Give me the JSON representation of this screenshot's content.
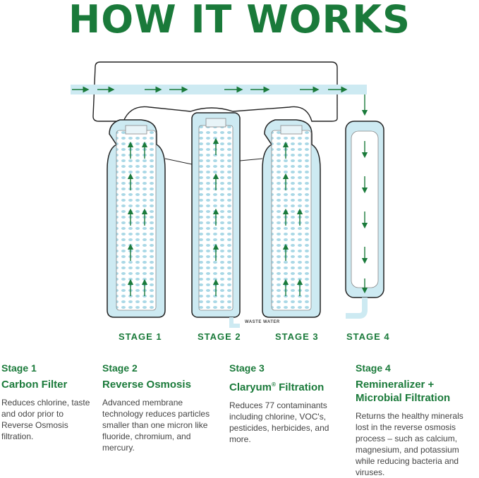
{
  "title": "HOW IT WORKS",
  "diagram": {
    "waste_label": "WASTE WATER",
    "stage_labels": [
      "STAGE 1",
      "STAGE 2",
      "STAGE 3",
      "STAGE 4"
    ]
  },
  "stages": [
    {
      "number": "Stage 1",
      "name": "Carbon Filter",
      "description": "Reduces chlorine, taste and odor prior to Reverse Osmosis filtration."
    },
    {
      "number": "Stage 2",
      "name": "Reverse Osmosis",
      "description": "Advanced membrane technology reduces particles smaller than one micron like fluoride, chromium, and mercury."
    },
    {
      "number": "Stage 3",
      "name": "Claryum",
      "name_mark": "®",
      "name_suffix": " Filtration",
      "description": "Reduces 77 contaminants including chlorine, VOC's, pesticides, herbicides, and more."
    },
    {
      "number": "Stage 4",
      "name": "Remineralizer + Microbial Filtration",
      "description": "Returns the healthy minerals lost in the reverse osmosis process – such as calcium, magnesium, and potassium while reducing bacteria and viruses."
    }
  ],
  "colors": {
    "brand_green": "#1a7a3a",
    "water_blue": "#cdeaf2",
    "outline": "#222222"
  }
}
